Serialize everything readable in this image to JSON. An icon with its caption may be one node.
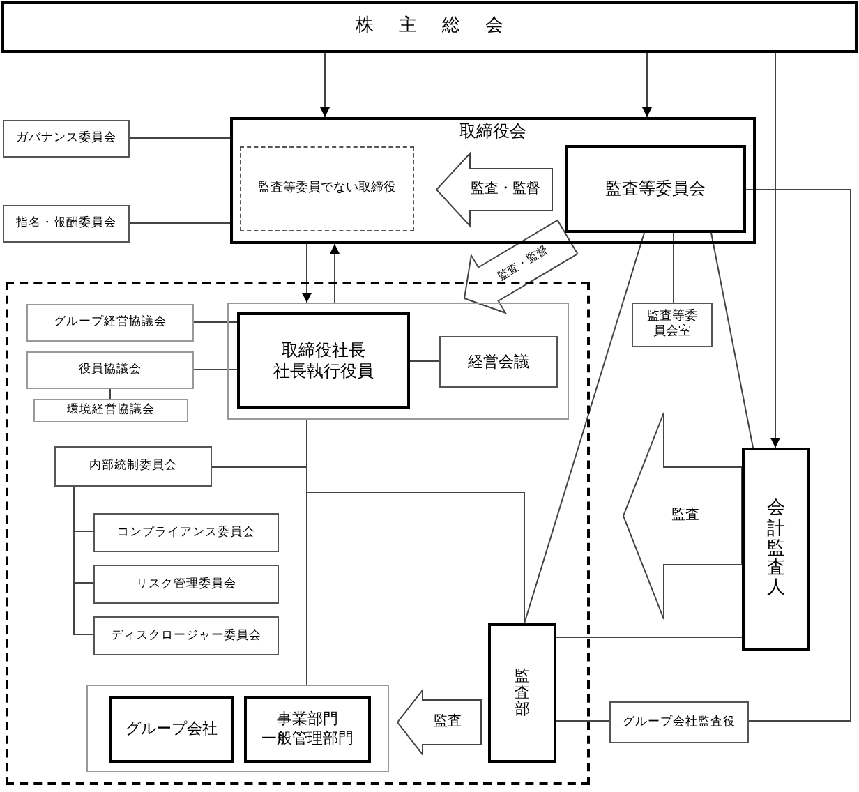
{
  "diagram": {
    "nodes": [
      {
        "text": [
          "株 主 総 会"
        ]
      },
      {
        "text": [
          "取締役会"
        ]
      },
      {
        "text": [
          "監査等委員でない取締役"
        ],
        "in": 1
      },
      {
        "text": [
          "監査等委員会"
        ],
        "in": 1
      },
      {
        "text": [
          "ガバナンス委員会"
        ]
      },
      {
        "text": [
          "指名・報酬委員会"
        ]
      },
      {
        "text": [],
        "shape": "box"
      },
      {
        "text": [],
        "shape": "box",
        "in": 6
      },
      {
        "text": [
          "取締役社長",
          "社長執行役員"
        ],
        "in": 7
      },
      {
        "text": [
          "経営会議"
        ],
        "in": 7
      },
      {
        "text": [
          "グループ経営協議会"
        ],
        "in": 6
      },
      {
        "text": [
          "役員協議会"
        ],
        "in": 6
      },
      {
        "text": [
          "環境経営協議会"
        ],
        "in": 6
      },
      {
        "text": [
          "内部統制委員会"
        ],
        "in": 6
      },
      {
        "text": [
          "コンプライアンス委員会"
        ],
        "in": 6
      },
      {
        "text": [
          "リスク管理委員会"
        ],
        "in": 6
      },
      {
        "text": [
          "ディスクロージャー委員会"
        ],
        "in": 6
      },
      {
        "text": [],
        "shape": "box",
        "in": 6
      },
      {
        "text": [
          "グループ会社"
        ],
        "in": 17
      },
      {
        "text": [
          "事業部門",
          "一般管理部門"
        ],
        "in": 17
      },
      {
        "text": [
          "監査部"
        ],
        "in": 6
      },
      {
        "text": [
          "監査等委員会室"
        ]
      },
      {
        "text": [
          "会計監査人"
        ]
      },
      {
        "text": [
          "グループ会社監査役"
        ]
      }
    ],
    "edges": [
      {
        "from": 0,
        "to": 1,
        "arrow": "to"
      },
      {
        "from": 0,
        "to": 1,
        "arrow": "to"
      },
      {
        "from": 0,
        "to": 22,
        "arrow": "to"
      },
      {
        "from": 4,
        "to": 1,
        "arrow": "none"
      },
      {
        "from": 5,
        "to": 1,
        "arrow": "none"
      },
      {
        "from": 1,
        "to": 7,
        "arrow": "to"
      },
      {
        "from": 7,
        "to": 1,
        "arrow": "to"
      },
      {
        "from": 10,
        "to": 8,
        "arrow": "none"
      },
      {
        "from": 11,
        "to": 8,
        "arrow": "none"
      },
      {
        "from": 11,
        "to": 12,
        "arrow": "none"
      },
      {
        "from": 8,
        "to": 9,
        "arrow": "none"
      },
      {
        "from": 7,
        "to": 13,
        "arrow": "none"
      },
      {
        "from": 7,
        "to": 20,
        "arrow": "none"
      },
      {
        "from": 7,
        "to": 17,
        "arrow": "none"
      },
      {
        "from": 13,
        "to": 14,
        "arrow": "none"
      },
      {
        "from": 13,
        "to": 15,
        "arrow": "none"
      },
      {
        "from": 13,
        "to": 16,
        "arrow": "none"
      },
      {
        "from": 3,
        "to": 21,
        "arrow": "none"
      },
      {
        "from": 3,
        "to": 20,
        "arrow": "none"
      },
      {
        "from": 3,
        "to": 22,
        "arrow": "none"
      },
      {
        "from": 3,
        "to": 23,
        "arrow": "none"
      },
      {
        "from": 20,
        "to": 22,
        "arrow": "none"
      },
      {
        "from": 20,
        "to": 23,
        "arrow": "none"
      },
      {
        "from": 3,
        "to": 2,
        "arrow": "to",
        "label": "監査・監督"
      },
      {
        "from": 3,
        "to": 7,
        "arrow": "to",
        "label": "監査・監督"
      },
      {
        "from": 20,
        "to": 17,
        "arrow": "to",
        "label": "監査"
      },
      {
        "from": 22,
        "to": null,
        "arrow": "to",
        "label": "監査"
      }
    ]
  }
}
